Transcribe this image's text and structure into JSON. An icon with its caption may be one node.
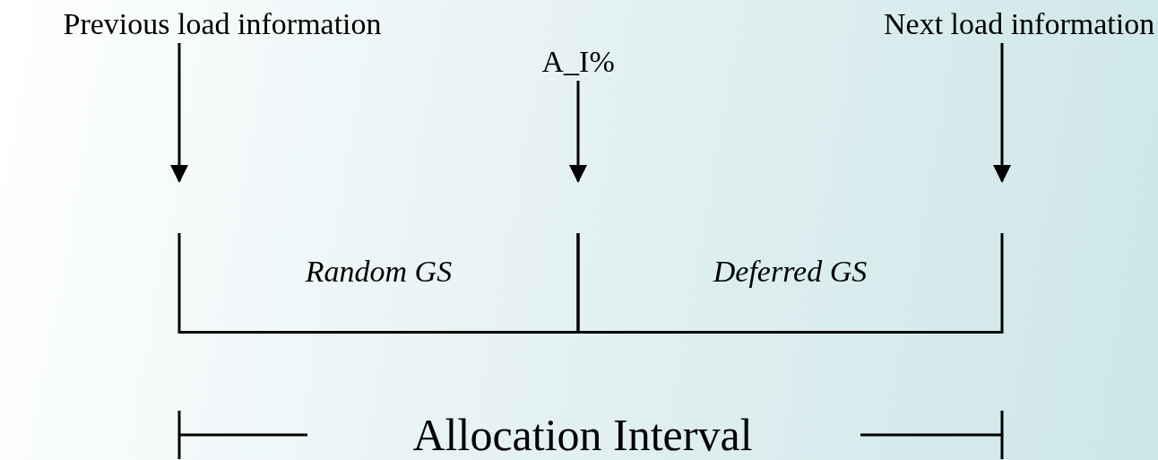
{
  "diagram": {
    "nodes": [
      {
        "text": [
          "Previous load information"
        ]
      },
      {
        "text": [
          "A_I%"
        ]
      },
      {
        "text": [
          "Next load information"
        ]
      },
      {
        "text": [
          "Random GS"
        ]
      },
      {
        "text": [
          "Deferred GS"
        ]
      }
    ],
    "edges": [
      {
        "from": 0,
        "to": null,
        "arrow": "to"
      },
      {
        "from": 1,
        "to": null,
        "arrow": "to"
      },
      {
        "from": 2,
        "to": null,
        "arrow": "to"
      }
    ],
    "labels": [
      "Allocation Interval"
    ]
  }
}
